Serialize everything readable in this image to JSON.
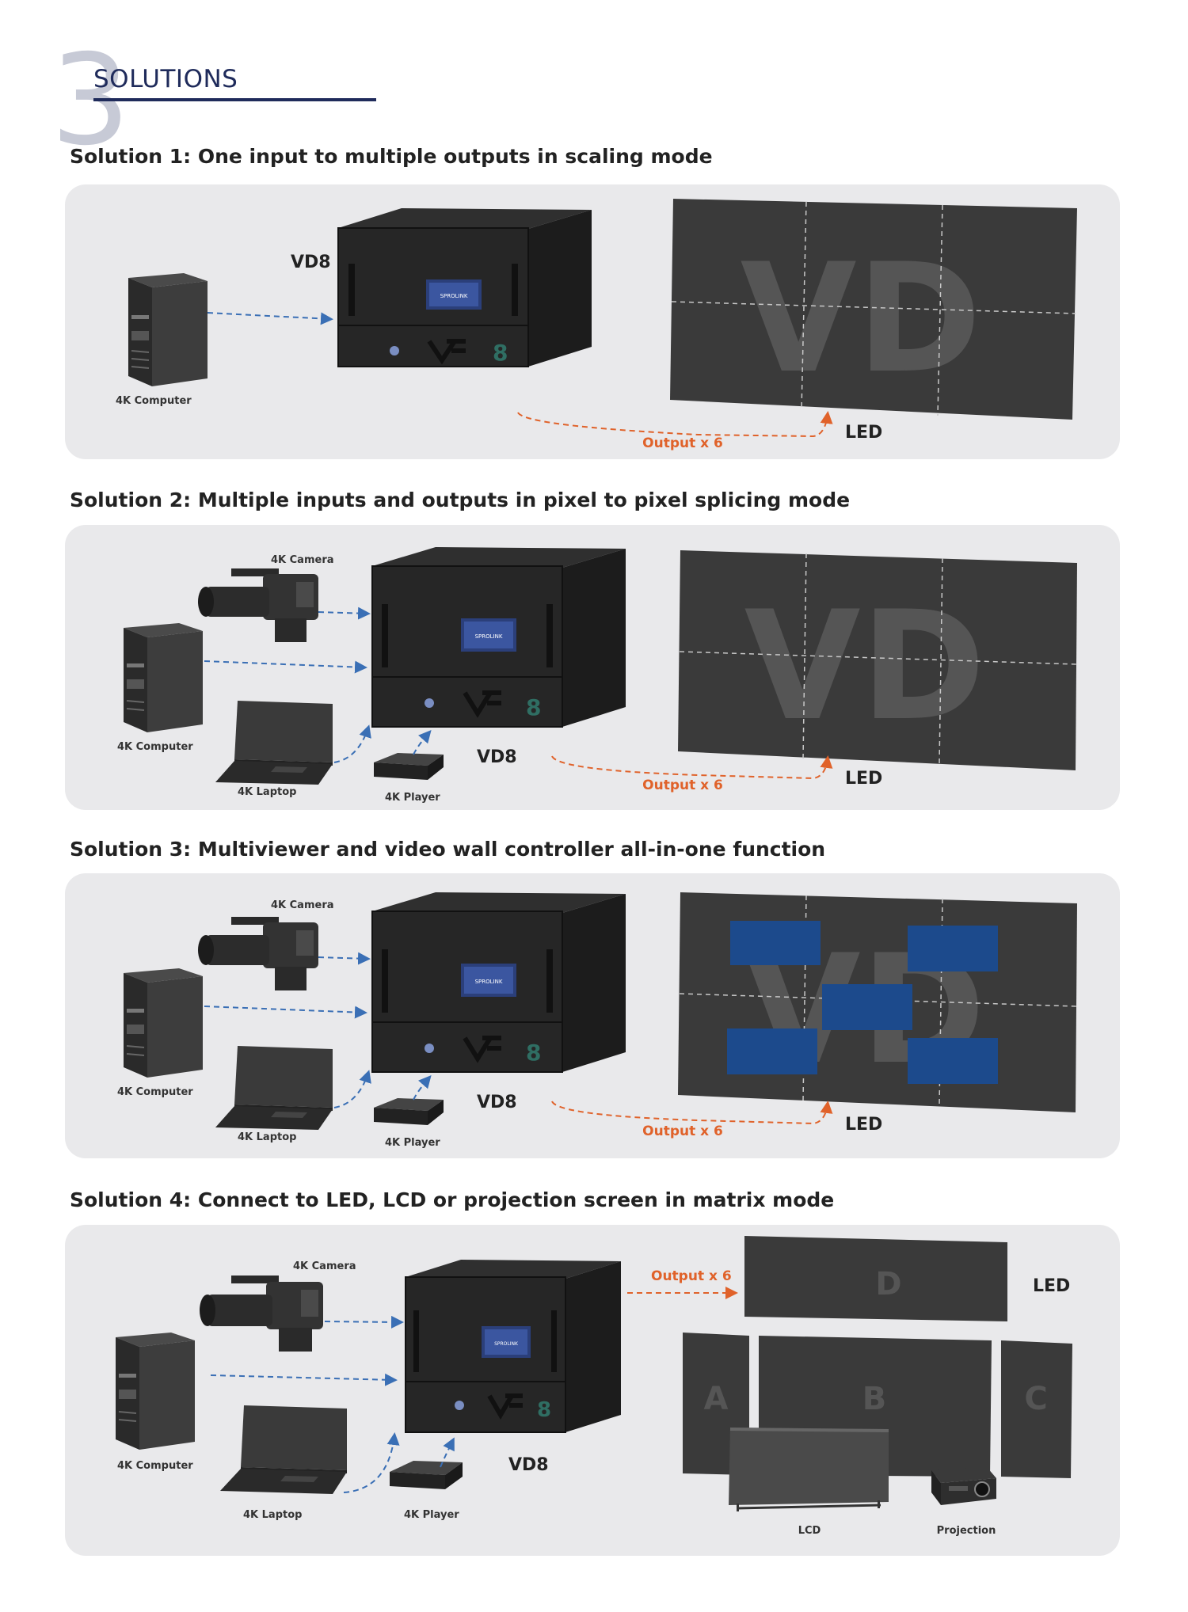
{
  "section": {
    "number": "3",
    "title": "SOLUTIONS"
  },
  "solutions": [
    {
      "heading": "Solution 1: One input to multiple outputs in scaling mode",
      "device": "VD8",
      "sources": [
        "4K Computer"
      ],
      "screen_label": "LED",
      "output_label": "Output x 6",
      "wall_text": "VD"
    },
    {
      "heading": "Solution 2: Multiple inputs and outputs in pixel to pixel splicing mode",
      "device": "VD8",
      "sources": [
        "4K Camera",
        "4K Computer",
        "4K Laptop",
        "4K Player"
      ],
      "screen_label": "LED",
      "output_label": "Output x 6",
      "wall_text": "VD"
    },
    {
      "heading": "Solution 3:  Multiviewer and video wall controller all-in-one function",
      "device": "VD8",
      "sources": [
        "4K Camera",
        "4K Computer",
        "4K Laptop",
        "4K Player"
      ],
      "screen_label": "LED",
      "output_label": "Output x 6",
      "wall_text": "VD"
    },
    {
      "heading": "Solution 4:  Connect to LED, LCD or projection screen in matrix mode",
      "device": "VD8",
      "sources": [
        "4K Camera",
        "4K Computer",
        "4K Laptop",
        "4K Player"
      ],
      "screen_label": "LED",
      "output_label": "Output x 6",
      "screens": [
        "A",
        "B",
        "C",
        "D"
      ],
      "lcd_label": "LCD",
      "projection_label": "Projection"
    }
  ],
  "device_brand": "SPROLINK",
  "colors": {
    "heading": "#222222",
    "section_blue": "#1f2b5b",
    "output_orange": "#e0622a",
    "arrow_blue": "#3a6fb5",
    "panel": "#e9e9eb",
    "wall": "#3a3a3a",
    "window_blue": "#1c4a8c"
  },
  "icons": [
    "computer-tower-icon",
    "video-camera-icon",
    "laptop-icon",
    "media-player-icon",
    "rack-controller-icon",
    "led-wall-icon",
    "lcd-display-icon",
    "projector-icon"
  ]
}
